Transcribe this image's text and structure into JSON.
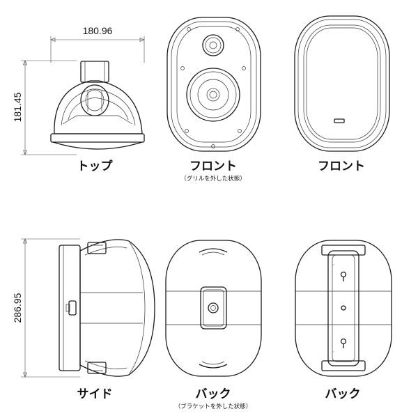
{
  "dimensions": {
    "top_width": "180.96",
    "top_height": "181.45",
    "side_height": "286.95"
  },
  "views": {
    "top": {
      "label": "トップ"
    },
    "front_open": {
      "label": "フロント",
      "note": "（グリルを外した状態）"
    },
    "front": {
      "label": "フロント"
    },
    "side": {
      "label": "サイド"
    },
    "back_open": {
      "label": "バック",
      "note": "（ブラケットを外した状態）"
    },
    "back": {
      "label": "バック"
    }
  }
}
